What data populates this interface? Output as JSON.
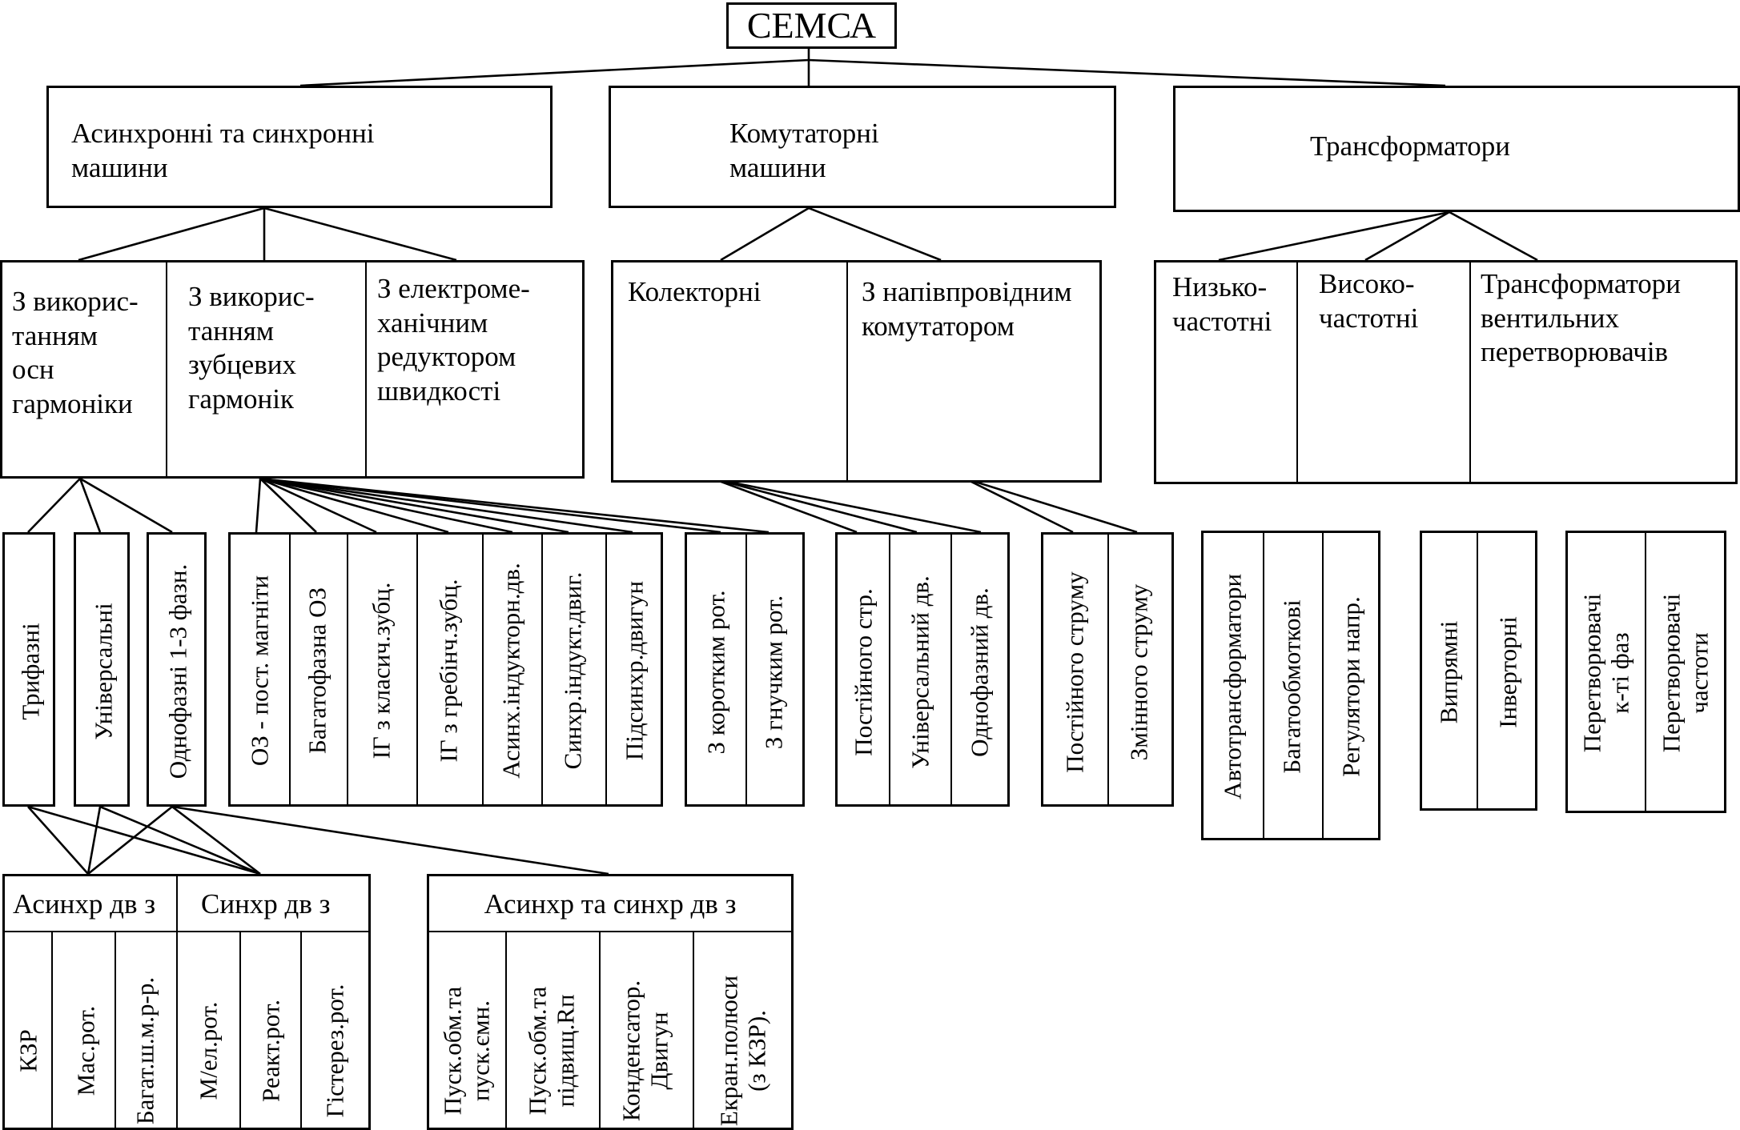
{
  "root": {
    "label": "СЕМСА"
  },
  "level1": [
    {
      "id": "async-sync",
      "label": "Асинхронні та синхронні\nмашини"
    },
    {
      "id": "commutator",
      "label": "Комутаторні\nмашини"
    },
    {
      "id": "transformers",
      "label": "Трансформатори"
    }
  ],
  "level2": {
    "async_sync": [
      "З викорис-\nтанням\nосн\nгармоніки",
      "З викорис-\nтанням\nзубцевих\nгармонік",
      "З електроме-\nханічним\nредуктором\nшвидкості"
    ],
    "commutator": [
      "Колекторні",
      "З напівпровідним\nкомутатором"
    ],
    "transformers": [
      "Низько-\nчастотні",
      "Високо-\nчастотні",
      "Трансформатори\nвентильних\nперетворювачів"
    ]
  },
  "level3": {
    "main_harmonic": [
      "Трифазні",
      "Універсальні",
      "Однофазні 1-3 фазн."
    ],
    "tooth_harmonic": [
      "ОЗ - пост. магніти",
      "Багатофазна ОЗ",
      "ІГ з класич.зубц.",
      "ІГ з гребінч.зубц.",
      "Асинх.індукторн.дв.",
      "Синхр.індукт.двиг.",
      "Підсинхр.двигун"
    ],
    "gear_reducer": [
      "З коротким рот.",
      "З гнучким рот."
    ],
    "collector": [
      "Постійного стр.",
      "Універсальний дв.",
      "Однофазний дв."
    ],
    "semiconductor": [
      "Постійного струму",
      "Змінного струму"
    ],
    "low_freq": [
      "Автотрансформатори",
      "Багатообмоткові",
      "Регулятори напр."
    ],
    "high_freq": [
      "Випрямні",
      "Інверторні"
    ],
    "converter_transformers": [
      "Перетворювачі\nк-ті фаз",
      "Перетворювачі\nчастоти"
    ]
  },
  "level4": {
    "async_with": {
      "title": "Асинхр дв з",
      "items": [
        "КЗР",
        "Мас.рот.",
        "Багат.ш.м.р-р."
      ]
    },
    "sync_with": {
      "title": "Синхр дв з",
      "items": [
        "М/ел.рот.",
        "Реакт.рот.",
        "Гістерез.рот."
      ]
    },
    "async_sync_with": {
      "title": "Асинхр та синхр дв з",
      "items": [
        "Пуск.обм.та\nпуск.ємн.",
        "Пуск.обм.та\nпідвищ.Rп",
        "Конденсатор.\nДвигун",
        "Екран.полюси\n(з КЗР)."
      ]
    }
  }
}
